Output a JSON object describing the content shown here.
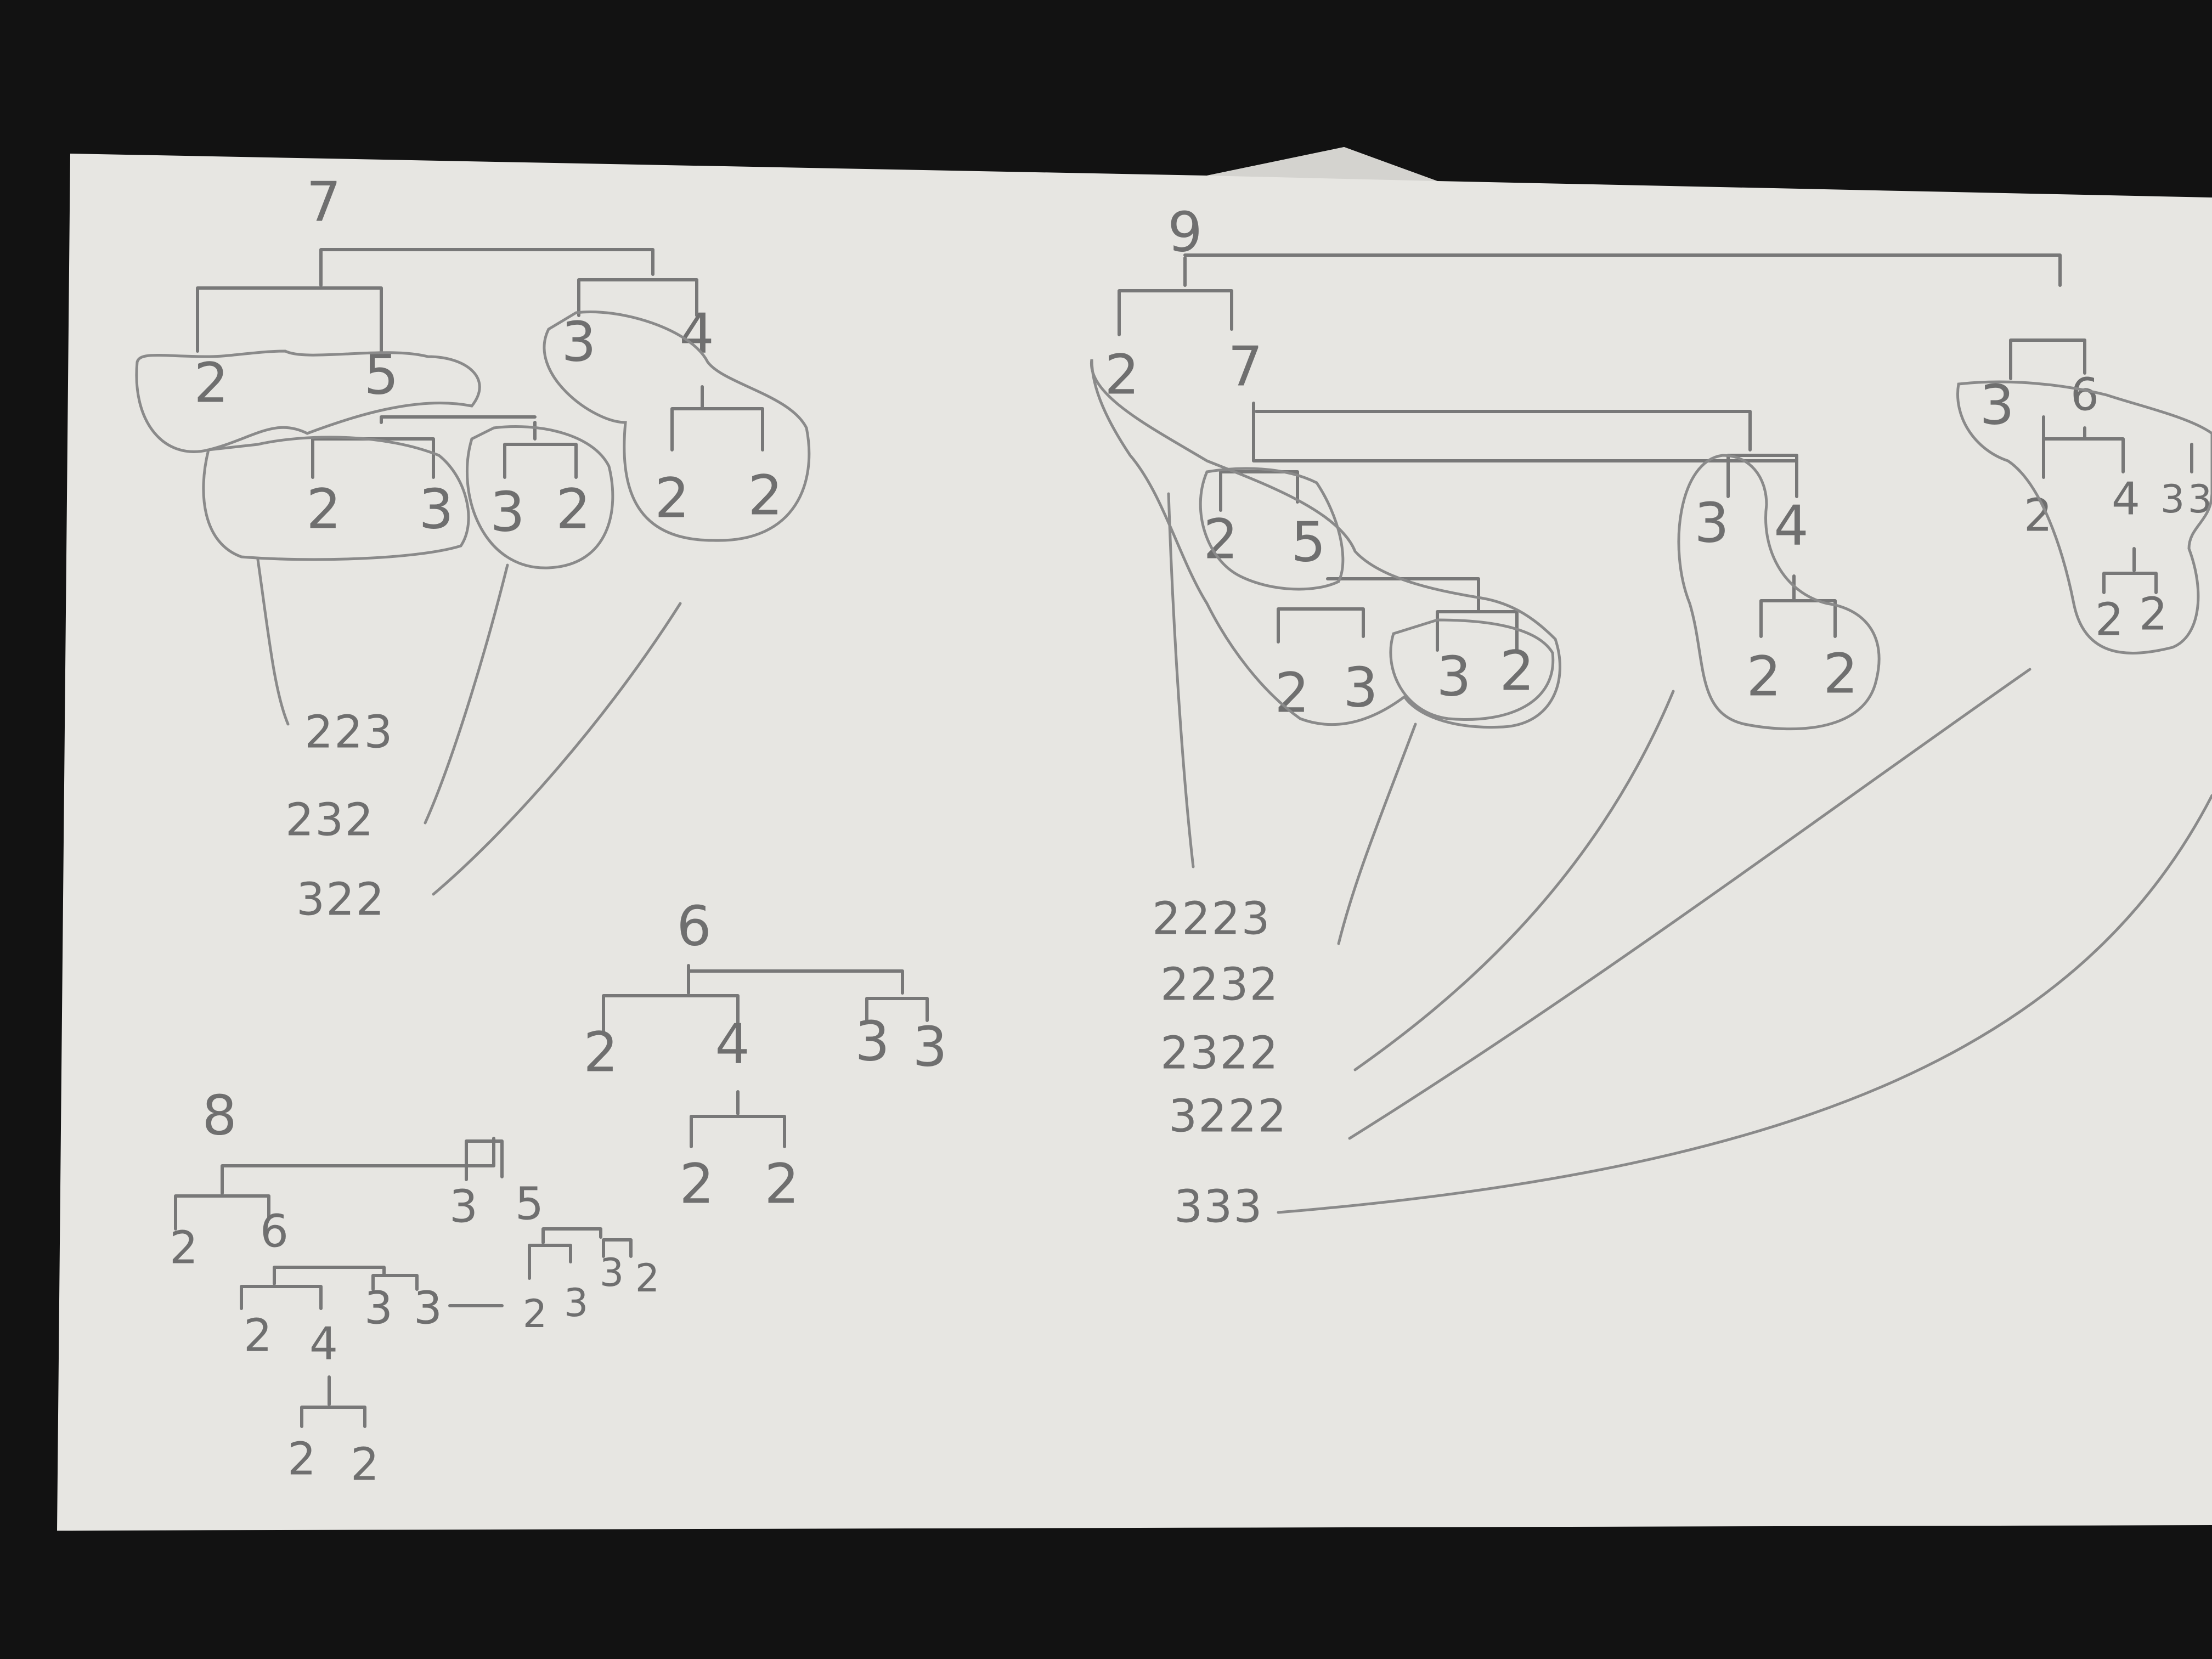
{
  "colors": {
    "background": "#121212",
    "paper": "#e7e6e2",
    "pencil": "#6f6f6f"
  },
  "trees": {
    "t7": {
      "root": "7",
      "n2": "2",
      "n5": "5",
      "n3": "3",
      "n4": "4",
      "l5a": "2",
      "l5b": "3",
      "l5c": "3",
      "l5d": "2",
      "l4a": "2",
      "l4b": "2",
      "sequences": [
        "223",
        "232",
        "322"
      ]
    },
    "t6": {
      "root": "6",
      "n2": "2",
      "n4": "4",
      "n3a": "3",
      "n3b": "3",
      "l4a": "2",
      "l4b": "2"
    },
    "t8": {
      "root": "8",
      "n2": "2",
      "n6": "6",
      "n3": "3",
      "n5": "5",
      "n6a": "2",
      "n6b": "4",
      "n6c": "3",
      "n6d": "3",
      "l4a": "2",
      "l4b": "2",
      "n5a": "2",
      "n5b": "3",
      "n5c": "3",
      "n5d": "2"
    },
    "t9": {
      "root": "9",
      "n2": "2",
      "n7": "7",
      "n3": "3",
      "n6": "6",
      "n7a": "2",
      "n7b": "5",
      "n7c": "3",
      "n7d": "4",
      "l5a": "2",
      "l5b": "3",
      "l5c": "3",
      "l5d": "2",
      "l4a": "2",
      "l4b": "2",
      "n6a": "2",
      "n6b": "4",
      "n6c": "3",
      "n6d": "3",
      "l64a": "2",
      "l64b": "2",
      "sequences": [
        "2223",
        "2232",
        "2322",
        "3222",
        "333"
      ]
    }
  }
}
